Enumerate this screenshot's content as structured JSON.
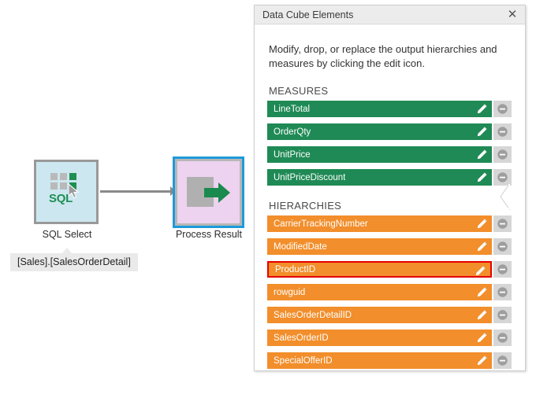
{
  "diagram": {
    "nodes": [
      {
        "id": "sql-select",
        "label": "SQL Select",
        "icon": "sql-grid-cursor-icon",
        "selected": false
      },
      {
        "id": "process-result",
        "label": "Process Result",
        "icon": "process-export-arrow-icon",
        "selected": true
      }
    ],
    "connector": {
      "from": "sql-select",
      "to": "process-result",
      "style": "arrow"
    },
    "tooltip": {
      "text": "[Sales].[SalesOrderDetail]",
      "anchor": "sql-select"
    }
  },
  "panel": {
    "title": "Data Cube Elements",
    "close_label": "✕",
    "description": "Modify, drop, or replace the output hierarchies and measures by clicking the edit icon.",
    "sections": [
      {
        "id": "measures",
        "title": "MEASURES",
        "color": "#1f8a55",
        "items": [
          {
            "label": "LineTotal",
            "highlighted": false
          },
          {
            "label": "OrderQty",
            "highlighted": false
          },
          {
            "label": "UnitPrice",
            "highlighted": false
          },
          {
            "label": "UnitPriceDiscount",
            "highlighted": false
          }
        ]
      },
      {
        "id": "hierarchies",
        "title": "HIERARCHIES",
        "color": "#f28e2b",
        "items": [
          {
            "label": "CarrierTrackingNumber",
            "highlighted": false
          },
          {
            "label": "ModifiedDate",
            "highlighted": false
          },
          {
            "label": "ProductID",
            "highlighted": true
          },
          {
            "label": "rowguid",
            "highlighted": false
          },
          {
            "label": "SalesOrderDetailID",
            "highlighted": false
          },
          {
            "label": "SalesOrderID",
            "highlighted": false
          },
          {
            "label": "SpecialOfferID",
            "highlighted": false
          }
        ]
      }
    ],
    "row_icons": {
      "edit": "pencil-icon",
      "remove": "minus-circle-icon"
    }
  },
  "colors": {
    "measure_green": "#1f8a55",
    "hierarchy_orange": "#f28e2b",
    "highlight_red": "#e60000",
    "selection_blue": "#1e9ada",
    "sql_node_fill": "#cde7f0",
    "process_node_fill": "#edd3ef"
  }
}
